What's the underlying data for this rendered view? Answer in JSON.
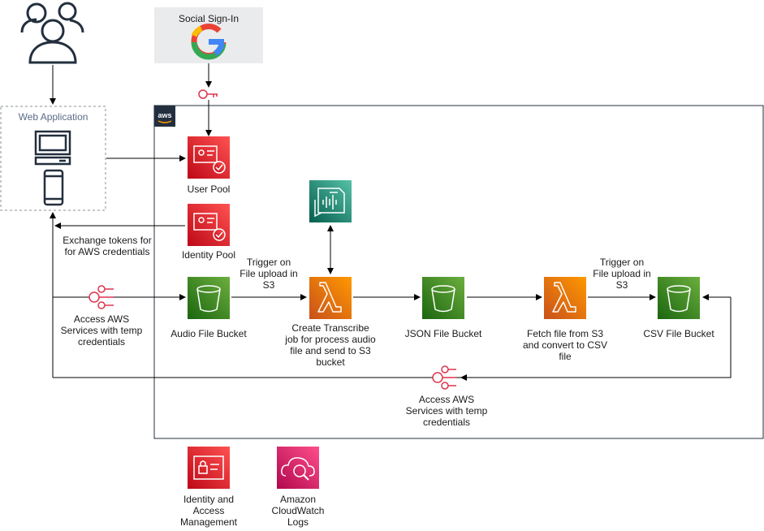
{
  "social": {
    "label": "Social Sign-In"
  },
  "web_app": {
    "label": "Web Application"
  },
  "services": {
    "user_pool": "User Pool",
    "identity_pool": "Identity Pool",
    "audio_bucket": "Audio File Bucket",
    "json_bucket": "JSON File Bucket",
    "csv_bucket": "CSV File Bucket",
    "lambda_transcribe": "Create Transcribe\njob for process audio\nfile and send to S3\nbucket",
    "lambda_csv": "Fetch file from S3\nand convert to CSV\nfile",
    "iam": "Identity and\nAccess\nManagement",
    "cloudwatch": "Amazon\nCloudWatch\nLogs"
  },
  "annotations": {
    "exchange_tokens": "Exchange tokens for\nfor AWS credentials",
    "access_left": "Access AWS\nServices with temp\ncredentials",
    "access_bottom": "Access AWS\nServices with temp\ncredentials",
    "trigger_1": "Trigger on\nFile upload in\nS3",
    "trigger_2": "Trigger on\nFile upload in\nS3"
  },
  "aws_badge": "aws",
  "colors": {
    "red": "#dd344c",
    "green": "#3f8624",
    "orange": "#ed7100",
    "teal": "#01a88d",
    "pink": "#e7157b",
    "line": "#000000",
    "group_border": "#879196"
  }
}
